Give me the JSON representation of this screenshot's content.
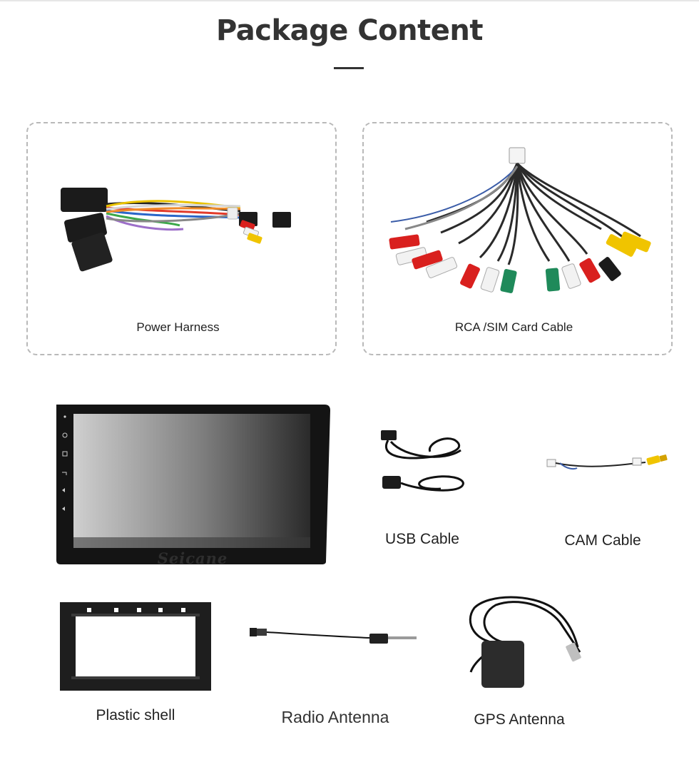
{
  "header": {
    "title": "Package Content"
  },
  "items": {
    "power_harness": "Power Harness",
    "rca_sim_cable": "RCA /SIM Card Cable",
    "usb_cable": "USB Cable",
    "cam_cable": "CAM Cable",
    "plastic_shell": "Plastic shell",
    "radio_antenna": "Radio Antenna",
    "gps_antenna": "GPS Antenna"
  },
  "head_unit": {
    "brand": "Seicane"
  },
  "colors": {
    "title": "#333333",
    "dashed_border": "#b9b9b9",
    "rca_red": "#d9201e",
    "rca_white": "#f2f2f2",
    "rca_yellow": "#f0c400",
    "rca_green": "#1f8a5a"
  }
}
